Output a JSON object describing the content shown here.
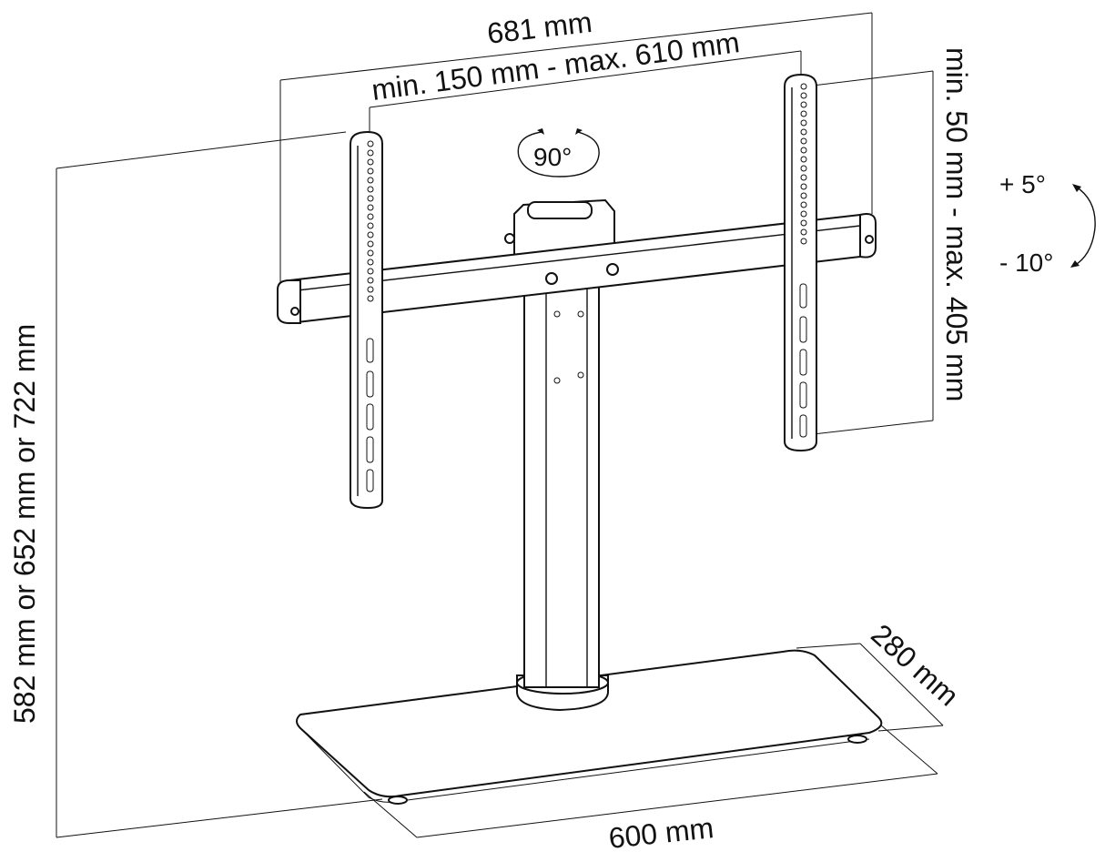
{
  "diagram": {
    "title": "TV stand dimension drawing",
    "dimensions": {
      "overall_width": "681 mm",
      "vesa_horizontal": "min. 150 mm - max. 610 mm",
      "vesa_vertical": "min. 50 mm - max. 405 mm",
      "height": "582 mm or 652 mm or 722 mm",
      "base_depth": "280 mm",
      "base_width": "600 mm"
    },
    "rotation": {
      "swivel": "90°",
      "tilt_up": "+ 5°",
      "tilt_down": "- 10°"
    },
    "colors": {
      "line": "#111111",
      "background": "#ffffff"
    }
  }
}
